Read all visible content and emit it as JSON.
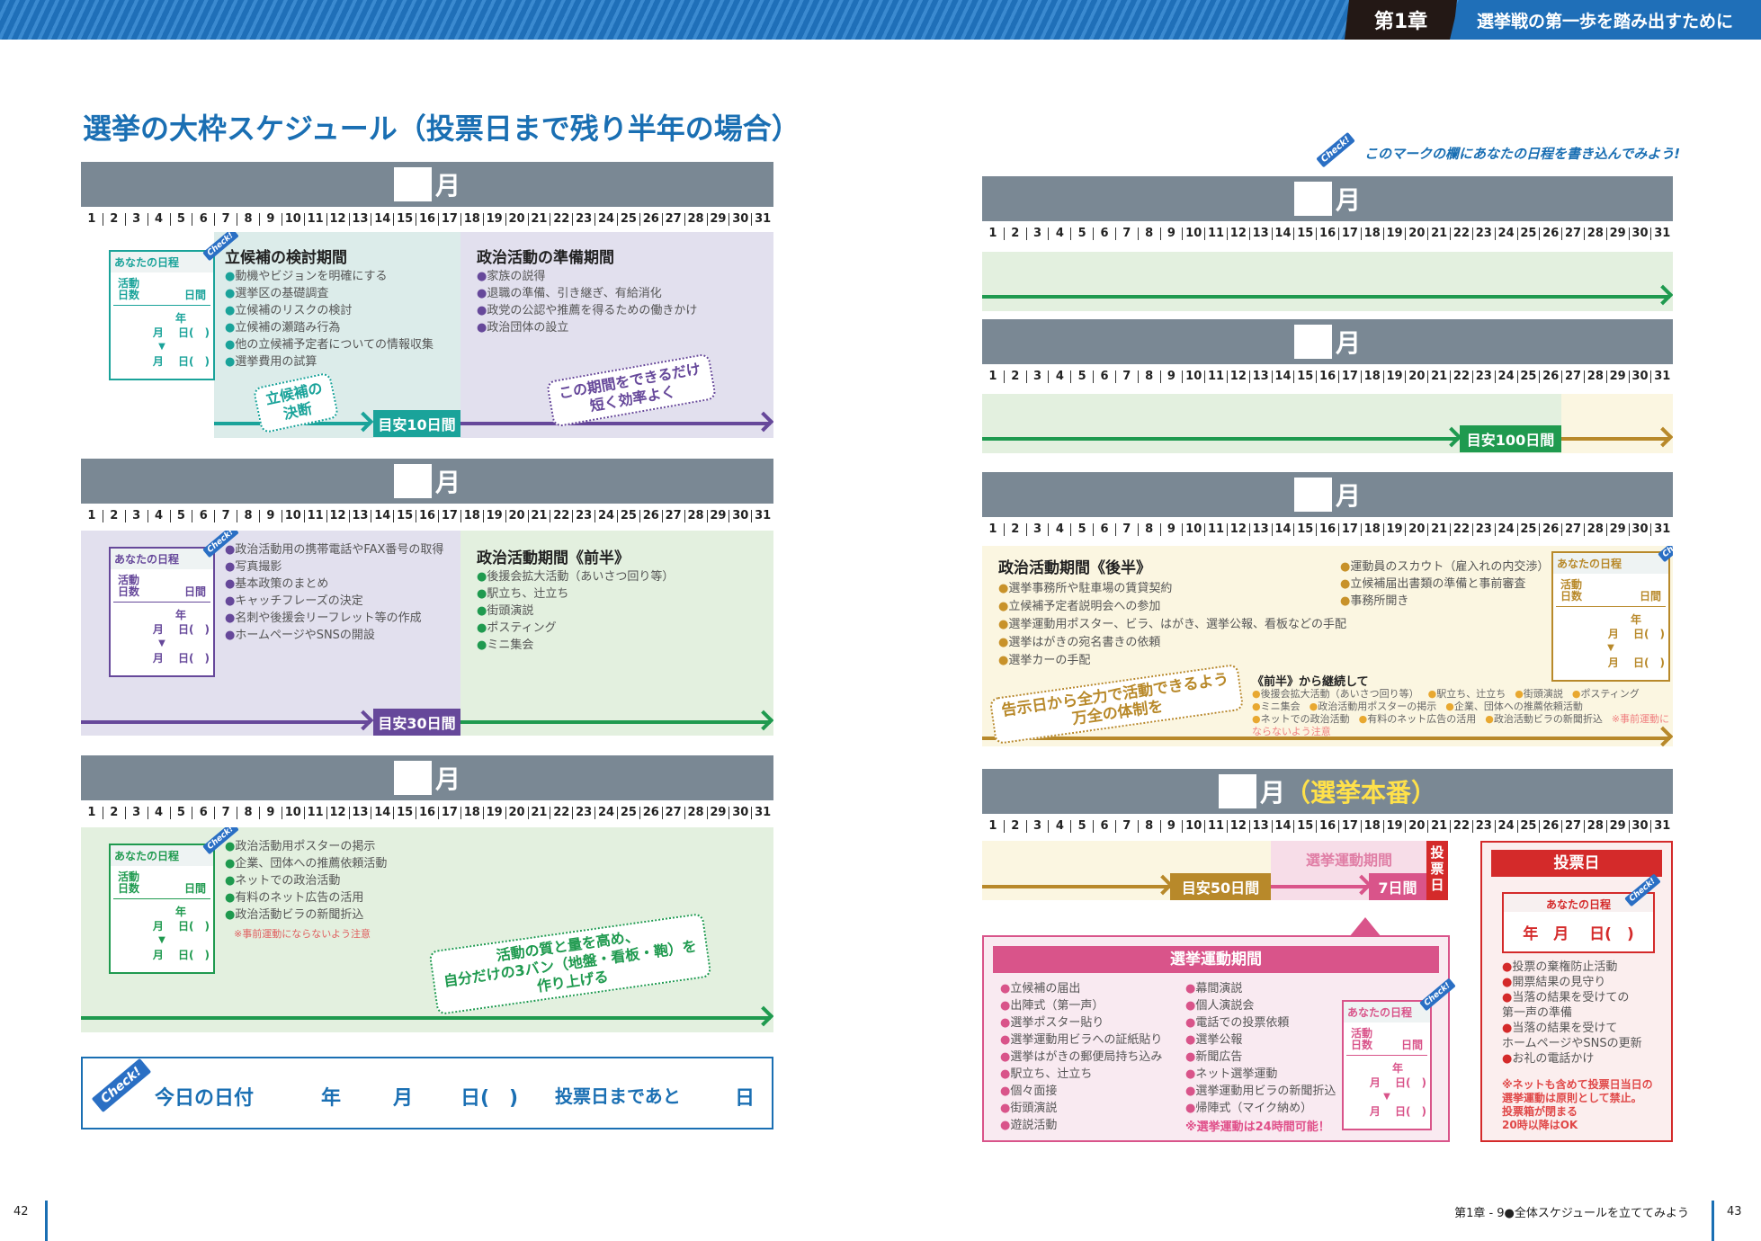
{
  "header": {
    "chapter": "第1章",
    "chapter_title": "選挙戦の第一歩を踏み出すために"
  },
  "title": "選挙の大枠スケジュール（投票日まで残り半年の場合）",
  "month_label": "月",
  "days": [
    "1",
    "2",
    "3",
    "4",
    "5",
    "6",
    "7",
    "8",
    "9",
    "10",
    "11",
    "12",
    "13",
    "14",
    "15",
    "16",
    "17",
    "18",
    "19",
    "20",
    "21",
    "22",
    "23",
    "24",
    "25",
    "26",
    "27",
    "28",
    "29",
    "30",
    "31"
  ],
  "schedule_box": {
    "title": "あなたの日程",
    "activity_1": "活動",
    "activity_2": "日数",
    "days_unit": "日間",
    "year": "年",
    "month_day": "月　 日(　)",
    "check": "Check!"
  },
  "note": "このマークの欄にあなたの日程を書き込んでみよう!",
  "block1": {
    "h1": "立候補の検討期間",
    "items1": [
      "動機やビジョンを明確にする",
      "選挙区の基礎調査",
      "立候補のリスクの検討",
      "立候補の瀬踏み行為",
      "他の立候補予定者についての情報収集",
      "選挙費用の試算"
    ],
    "h2": "政治活動の準備期間",
    "items2": [
      "家族の説得",
      "退職の準備、引き継ぎ、有給消化",
      "政党の公認や推薦を得るための働きかけ",
      "政治団体の設立"
    ],
    "bubble1": "立候補の\n決断",
    "bubble2": "この期間をできるだけ\n短く効率よく",
    "duration": "目安10日間"
  },
  "block2": {
    "items1": [
      "政治活動用の携帯電話やFAX番号の取得",
      "写真撮影",
      "基本政策のまとめ",
      "キャッチフレーズの決定",
      "名刺や後援会リーフレット等の作成",
      "ホームページやSNSの開設"
    ],
    "h2": "政治活動期間《前半》",
    "items2": [
      "後援会拡大活動（あいさつ回り等）",
      "駅立ち、辻立ち",
      "街頭演説",
      "ポスティング",
      "ミニ集会"
    ],
    "duration": "目安30日間"
  },
  "block3": {
    "items": [
      "政治活動用ポスターの掲示",
      "企業、団体への推薦依頼活動",
      "ネットでの政治活動",
      "有料のネット広告の活用",
      "政治活動ビラの新聞折込"
    ],
    "warning": "※事前運動にならないよう注意",
    "bubble": "活動の質と量を高め、\n自分だけの3バン（地盤・看板・鞄）を\n作り上げる"
  },
  "check_bar": {
    "today": "今日の日付",
    "year": "年",
    "month": "月",
    "day": "日(　)",
    "until": "投票日まであと",
    "days": "日"
  },
  "blockB": {
    "duration": "目安100日間"
  },
  "blockC": {
    "h": "政治活動期間《後半》",
    "items1": [
      "選挙事務所や駐車場の賃貸契約",
      "立候補予定者説明会への参加",
      "選挙運動用ポスター、ビラ、はがき、選挙公報、看板などの手配",
      "選挙はがきの宛名書きの依頼",
      "選挙カーの手配"
    ],
    "items2": [
      "運動員のスカウト（雇入れの内交渉）",
      "立候補届出書類の準備と事前審査",
      "事務所開き"
    ],
    "cont_h": "《前半》から継続して",
    "cont": [
      "後援会拡大活動（あいさつ回り等）",
      "駅立ち、辻立ち",
      "街頭演説",
      "ポスティング",
      "ミニ集会",
      "政治活動用ポスターの掲示",
      "企業、団体への推薦依頼活動",
      "ネットでの政治活動",
      "有料のネット広告の活用",
      "政治活動ビラの新聞折込"
    ],
    "cont_warning": "※事前運動にならないよう注意",
    "bubble": "告示日から全力で活動できるよう\n万全の体制を"
  },
  "blockD": {
    "suffix": "（選挙本番）",
    "duration50": "目安50日間",
    "campaign_label": "選挙運動期間",
    "duration7": "7日間",
    "vote_col": "投票日",
    "panel_title": "選挙運動期間",
    "items1": [
      "立候補の届出",
      "出陣式（第一声）",
      "選挙ポスター貼り",
      "選挙運動用ビラへの証紙貼り",
      "選挙はがきの郵便局持ち込み",
      "駅立ち、辻立ち",
      "個々面接",
      "街頭演説",
      "遊説活動"
    ],
    "items2": [
      "幕間演説",
      "個人演説会",
      "電話での投票依頼",
      "選挙公報",
      "新聞広告",
      "ネット選挙運動",
      "選挙運動用ビラの新聞折込",
      "帰陣式（マイク納め）"
    ],
    "note24": "※選挙運動は24時間可能！",
    "vote_title": "投票日",
    "vote_date": "年　月　 日(　)",
    "vote_items": [
      "投票の棄権防止活動",
      "開票結果の見守り",
      "当落の結果を受けての\n第一声の準備",
      "当落の結果を受けて\nホームページやSNSの更新",
      "お礼の電話かけ"
    ],
    "vote_note": "※ネットも含めて投票日当日の\n選挙運動は原則として禁止。\n投票箱が閉まる\n20時以降はOK"
  },
  "footer": {
    "left_page": "42",
    "right_page": "43",
    "right_text": "第1章 - 9●全体スケジュールを立ててみよう"
  },
  "colors": {
    "teal": "#1aa39a",
    "purple": "#66489a",
    "green": "#1f9a4f",
    "gold": "#b8892a",
    "pink": "#d9548a",
    "red": "#d42a2a",
    "blue": "#1a6fb3",
    "header_gray": "#7a8894"
  }
}
